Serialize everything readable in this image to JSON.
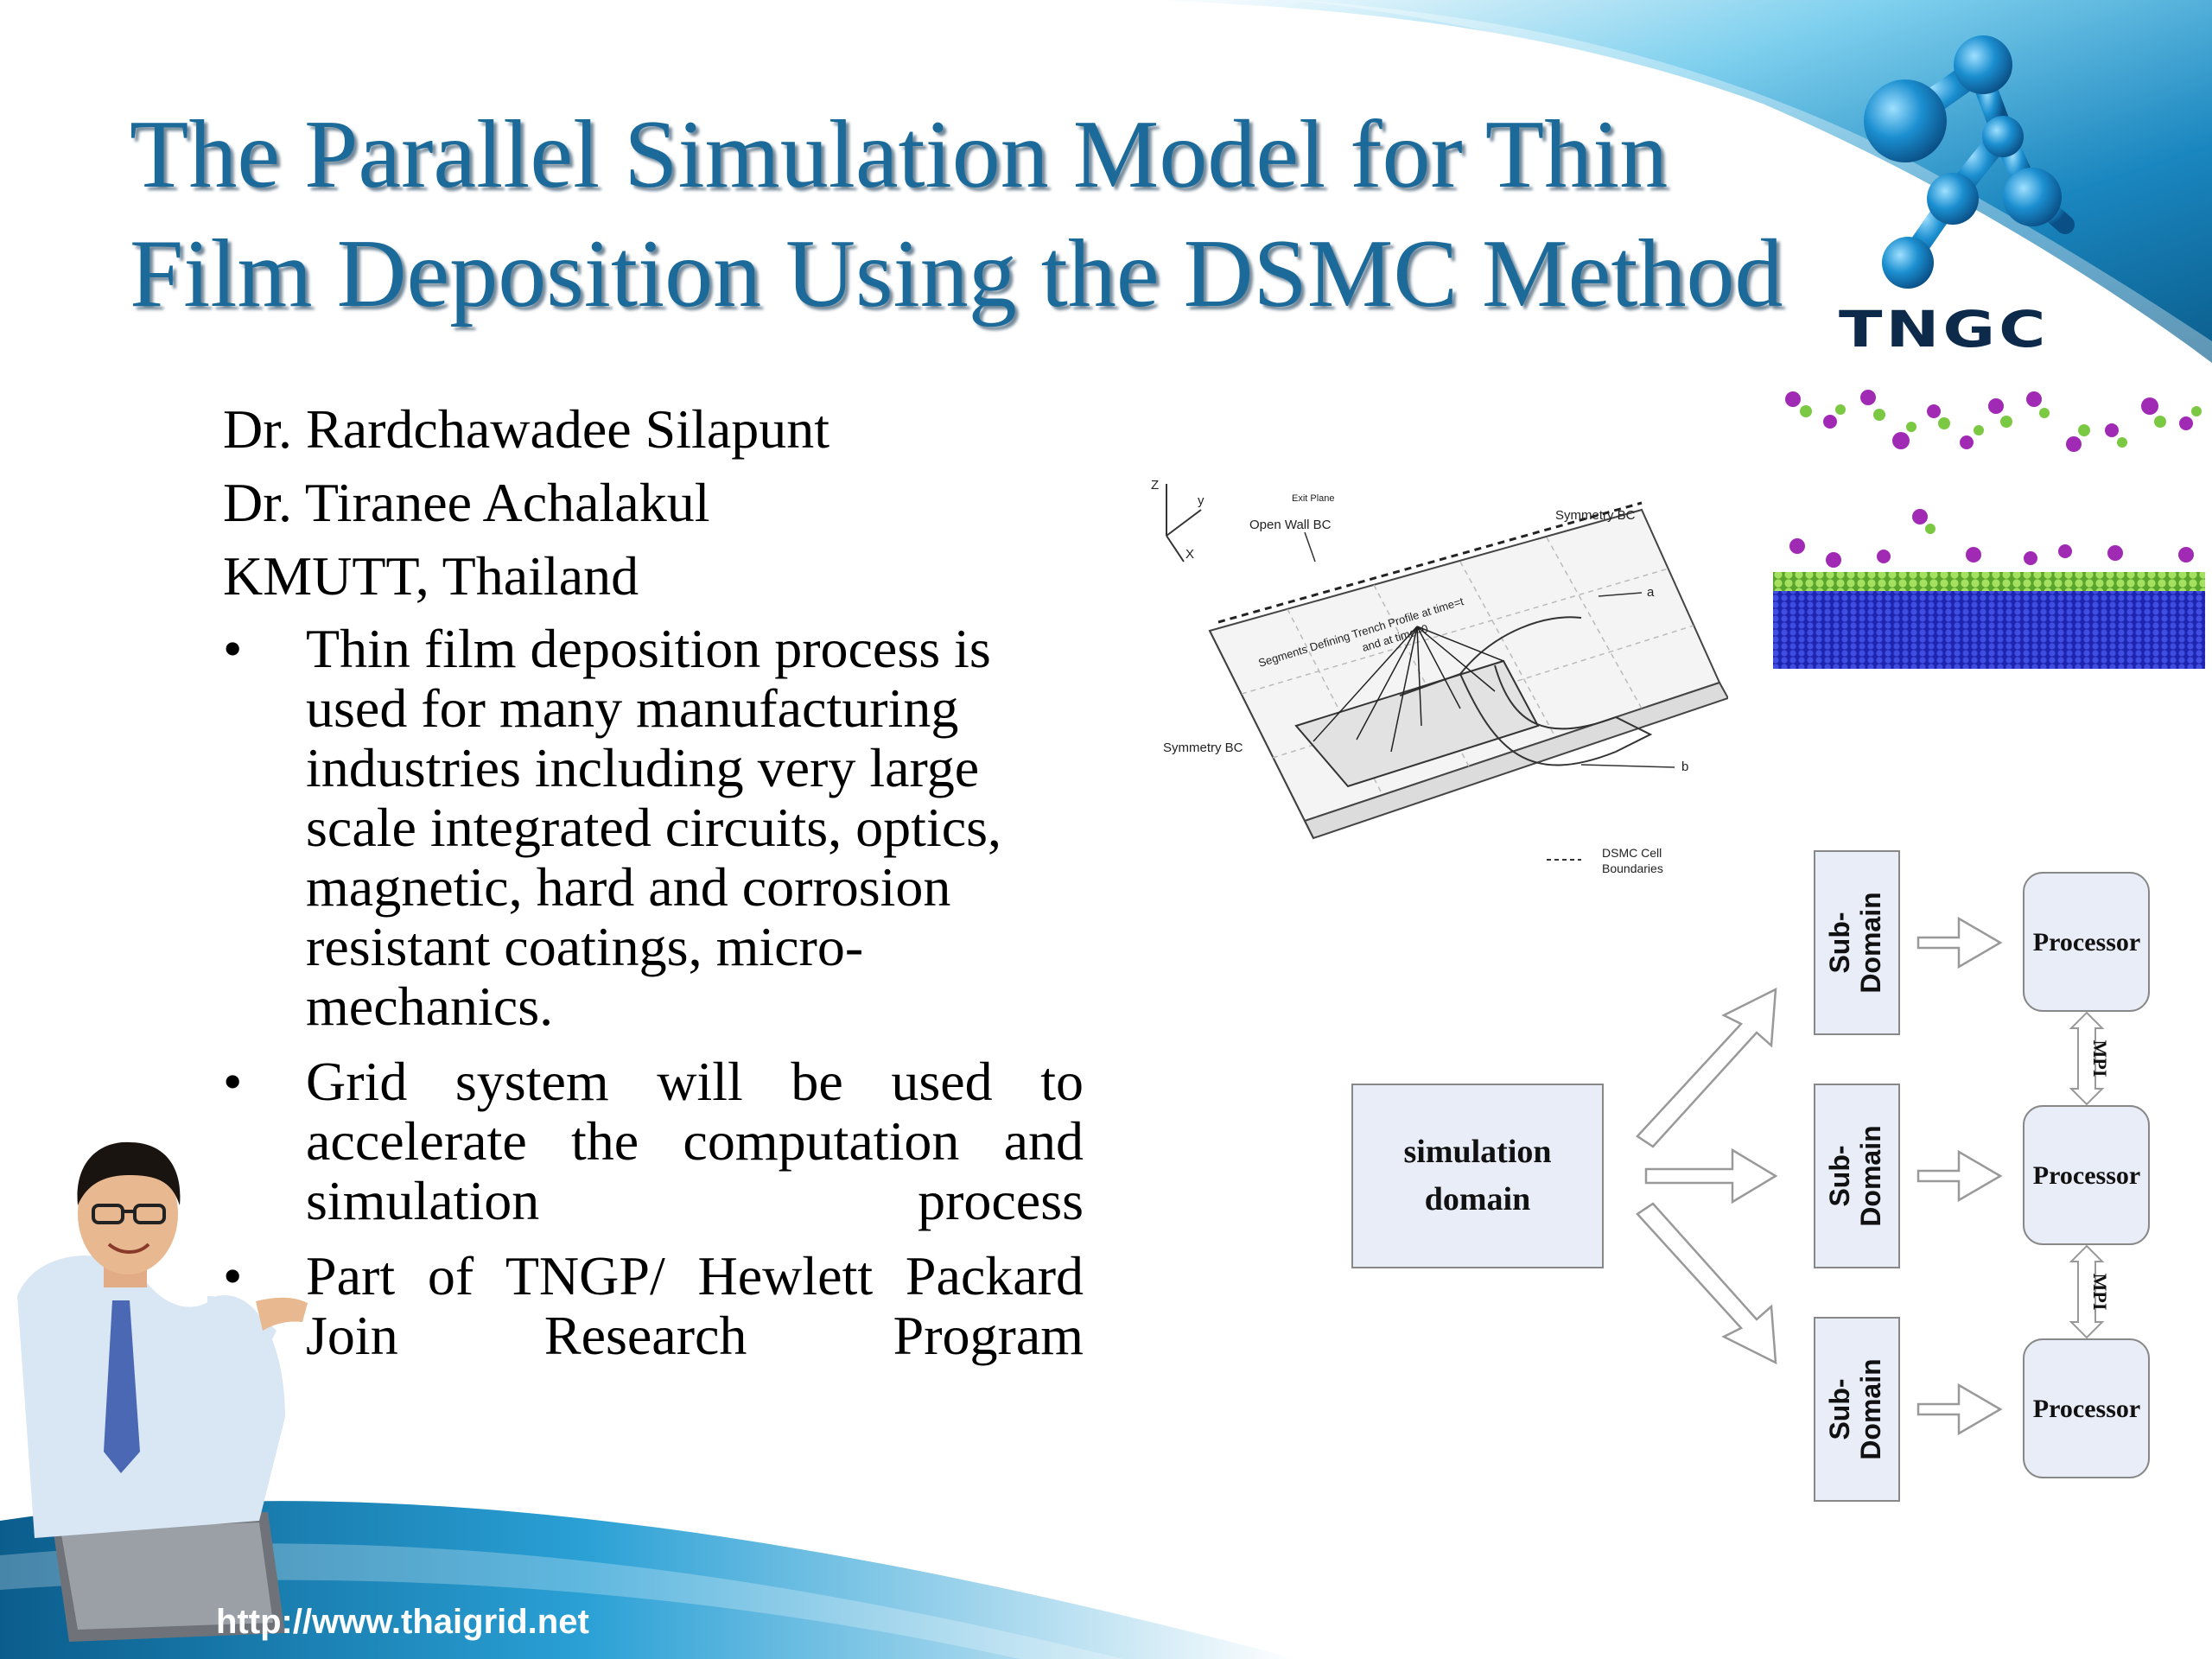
{
  "slide": {
    "title_line1": "The Parallel Simulation Model for Thin",
    "title_line2": "Film Deposition Using the DSMC Method",
    "logo_text": "TNGC",
    "authors": [
      "Dr. Rardchawadee Silapunt",
      "Dr. Tiranee Achalakul",
      "KMUTT, Thailand"
    ],
    "bullet_char": "•",
    "bullets": [
      "Thin film deposition process is used for many manufacturing industries including very large scale integrated circuits, optics, magnetic, hard and corrosion resistant coatings, micro-mechanics.",
      "Grid system will be used to accelerate the computation and simulation process",
      "Part of TNGP/ Hewlett Packard Join Research Program"
    ],
    "url": "http://www.thaigrid.net"
  },
  "trench_diagram": {
    "labels": {
      "axis_z": "Z",
      "axis_y": "y",
      "axis_x": "X",
      "exit_plane": "Exit Plane",
      "open_wall": "Open Wall BC",
      "symmetry_top": "Symmetry BC",
      "symmetry_left": "Symmetry BC",
      "segments": "Segments Defining Trench Profile at time=t",
      "and_time": "and at time=0",
      "marker_a": "a",
      "marker_b": "b",
      "cell_boundaries_1": "DSMC Cell",
      "cell_boundaries_2": "Boundaries"
    }
  },
  "flow_diagram": {
    "source_line1": "simulation",
    "source_line2": "domain",
    "sub_domains": [
      {
        "line1": "Sub-",
        "line2": "Domain"
      },
      {
        "line1": "Sub-",
        "line2": "Domain"
      },
      {
        "line1": "Sub-",
        "line2": "Domain"
      }
    ],
    "processors": [
      "Processor",
      "Processor",
      "Processor"
    ],
    "links": [
      "MPI",
      "MPI"
    ]
  },
  "colors": {
    "title": "#1b6a9a",
    "swoosh_dark": "#0f6fa0",
    "swoosh_light": "#52c1e6",
    "flow_fill": "#e9edf8",
    "molecule_green": "#8fd14f",
    "substrate_blue": "#2b35c9"
  }
}
